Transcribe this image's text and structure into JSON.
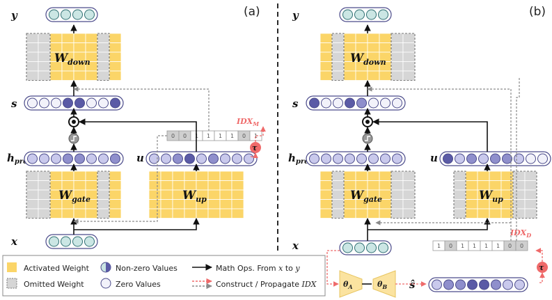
{
  "panels": {
    "a": {
      "label": "(a)"
    },
    "b": {
      "label": "(b)"
    }
  },
  "vars": {
    "y": "y",
    "s": "s",
    "h": "h",
    "h_sub": "pre",
    "u": "u",
    "x": "x",
    "s_hat": "ŝ"
  },
  "weights": {
    "w": "W",
    "down": "down",
    "gate": "gate",
    "up": "up"
  },
  "idx_m": {
    "prefix": "IDX",
    "sub": "M",
    "values": [
      "0",
      "0",
      "1",
      "1",
      "1",
      "1",
      "0",
      "1"
    ]
  },
  "idx_d": {
    "prefix": "IDX",
    "sub": "D",
    "values": [
      "1",
      "0",
      "1",
      "1",
      "1",
      "1",
      "0",
      "0"
    ]
  },
  "tau": "τ",
  "theta_a": {
    "sym": "θ",
    "sub": "A"
  },
  "theta_b": {
    "sym": "θ",
    "sub": "B"
  },
  "vectors": {
    "a_s": [
      "zero",
      "zero",
      "zero",
      "full",
      "full",
      "zero",
      "zero",
      "full"
    ],
    "a_h": [
      "light",
      "light",
      "light",
      "mid",
      "mid",
      "light",
      "light",
      "mid"
    ],
    "a_u": [
      "light",
      "light",
      "mid",
      "full",
      "light",
      "mid",
      "light",
      "light",
      "light"
    ],
    "b_s": [
      "full",
      "zero",
      "zero",
      "full",
      "mid",
      "zero",
      "zero",
      "zero"
    ],
    "b_h": [
      "light",
      "light",
      "light",
      "light",
      "light",
      "light",
      "light",
      "light"
    ],
    "b_u": [
      "full",
      "light",
      "mid",
      "light",
      "mid",
      "mid",
      "light",
      "zero",
      "zero"
    ],
    "b_shat": [
      "light",
      "mid",
      "mid",
      "full",
      "full",
      "mid",
      "light",
      "light"
    ]
  },
  "legend": {
    "activated": "Activated Weight",
    "omitted": "Omitted Weight",
    "nonzero": "Non-zero Values",
    "zero": "Zero Values",
    "math_prefix": "Math Ops. From ",
    "math_x": "x",
    "math_to": " to ",
    "math_y": "y",
    "construct_prefix": "Construct / Propagate ",
    "construct_idx": "IDX"
  },
  "colors": {
    "activated": "#fbd568",
    "omitted": "#d6d6d6",
    "teal": "#cbe6e4",
    "teal_stroke": "#2f6f72",
    "vec_stroke": "#4a4a8a",
    "full": "#5b5ba6",
    "mid": "#8f8fcc",
    "light": "#c9c9ec",
    "zero": "#f2f2fa",
    "red": "#ef6a6a",
    "gray_dash": "#8a8a8a"
  }
}
